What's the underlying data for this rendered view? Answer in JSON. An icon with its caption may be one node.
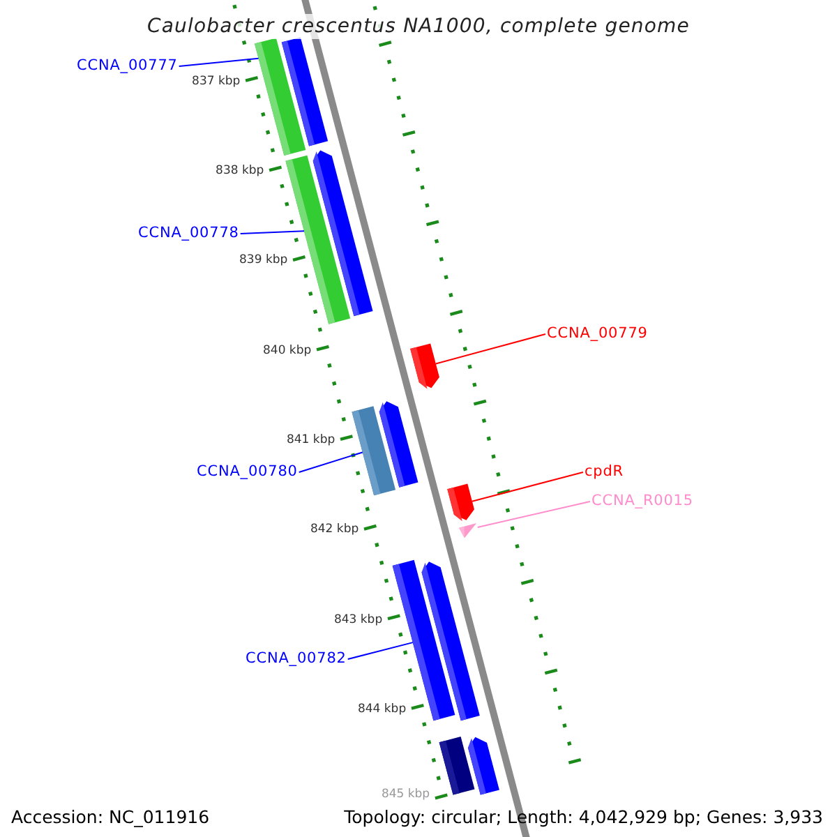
{
  "diagram": {
    "title": "Caulobacter crescentus NA1000, complete genome",
    "nodes": [
      {
        "text": [
          "CCNA_00777"
        ]
      },
      {
        "text": [],
        "shape": "bar"
      },
      {
        "text": [],
        "shape": "bar"
      },
      {
        "text": [],
        "shape": "arrow"
      },
      {
        "text": [],
        "shape": "bar"
      },
      {
        "text": [
          "CCNA_00778"
        ]
      },
      {
        "text": [
          "CCNA_00779"
        ]
      },
      {
        "text": [],
        "shape": "arrow"
      },
      {
        "text": [],
        "shape": "arrow"
      },
      {
        "text": [],
        "shape": "bar"
      },
      {
        "text": [
          "CCNA_00780"
        ]
      },
      {
        "text": [
          "cpdR"
        ]
      },
      {
        "text": [],
        "shape": "arrow"
      },
      {
        "text": [
          "CCNA_R0015"
        ]
      },
      {
        "text": [],
        "shape": "triangle"
      },
      {
        "text": [],
        "shape": "bar"
      },
      {
        "text": [],
        "shape": "arrow"
      },
      {
        "text": [
          "CCNA_00782"
        ]
      },
      {
        "text": [],
        "shape": "arrow"
      },
      {
        "text": [],
        "shape": "bar"
      }
    ],
    "edges": [
      {
        "from": 0,
        "to": 1,
        "arrow": "none"
      },
      {
        "from": 5,
        "to": 4,
        "arrow": "none"
      },
      {
        "from": 6,
        "to": 7,
        "arrow": "none",
        "color": "#ff0000"
      },
      {
        "from": 10,
        "to": 9,
        "arrow": "none"
      },
      {
        "from": 11,
        "to": 12,
        "arrow": "none",
        "color": "#ff0000"
      },
      {
        "from": 13,
        "to": 14,
        "arrow": "none",
        "color": "#ff8ccc"
      },
      {
        "from": 17,
        "to": 15,
        "arrow": "none"
      }
    ],
    "labels": [
      "837 kbp",
      "838 kbp",
      "839 kbp",
      "840 kbp",
      "841 kbp",
      "842 kbp",
      "843 kbp",
      "844 kbp",
      "845 kbp",
      "Accession: NC_011916",
      "Topology: circular; Length: 4,042,929 bp; Genes: 3,933"
    ]
  }
}
